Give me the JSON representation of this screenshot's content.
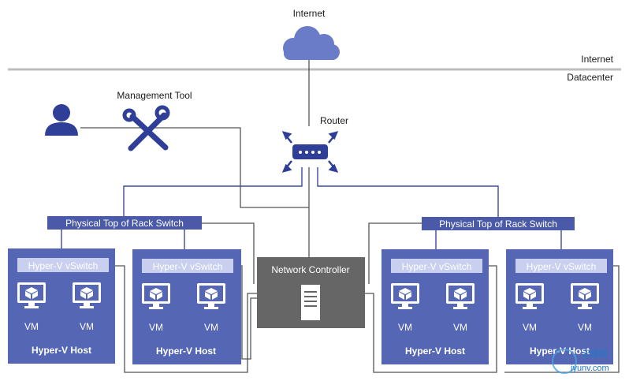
{
  "zones": {
    "internet": "Internet",
    "datacenter": "Datacenter"
  },
  "cloud_label": "Internet",
  "management_tool": "Management Tool",
  "router": "Router",
  "tor_switch": "Physical Top of Rack Switch",
  "network_controller": "Network Controller",
  "vswitch": "Hyper-V vSwitch",
  "vm": "VM",
  "host": "Hyper-V Host",
  "watermark": {
    "brand": "云维网",
    "url": "iyunv.com"
  },
  "colors": {
    "host": "#5566b5",
    "tor": "#4a5aa8",
    "vswitch": "#c9cfee",
    "controller": "#666666",
    "cloud": "#6a7cc7"
  }
}
